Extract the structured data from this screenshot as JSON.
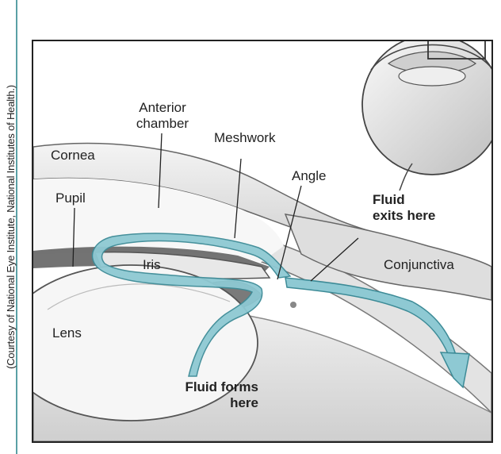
{
  "credit": "(Courtesy of National Eye Institute, National Institutes of Health.)",
  "labels": {
    "anterior_chamber": "Anterior\nchamber",
    "cornea": "Cornea",
    "meshwork": "Meshwork",
    "angle": "Angle",
    "pupil": "Pupil",
    "fluid_exits": "Fluid\nexits here",
    "iris": "Iris",
    "conjunctiva": "Conjunctiva",
    "lens": "Lens",
    "fluid_forms": "Fluid forms\nhere"
  },
  "colors": {
    "fluid": "#8ec9d3",
    "fluid_stroke": "#3d8b97",
    "tissue": "#d9d9d9",
    "shadow": "#9a9a9a",
    "rule": "#5aa0a5"
  }
}
